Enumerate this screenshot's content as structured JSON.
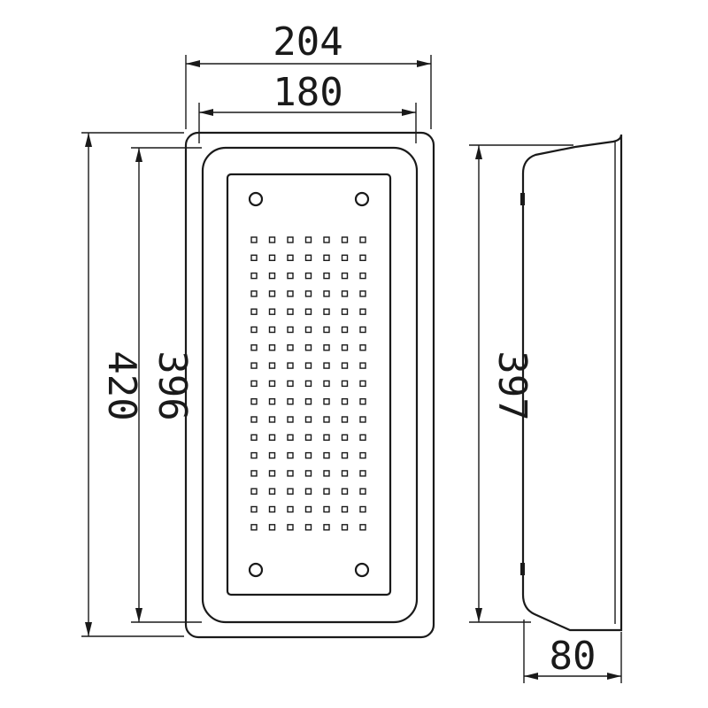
{
  "dimensions": {
    "overall_width": "204",
    "inner_width": "180",
    "overall_height": "420",
    "inner_height": "396",
    "side_height": "397",
    "depth": "80"
  },
  "colors": {
    "line": "#1a1a1a",
    "background": "#ffffff"
  }
}
